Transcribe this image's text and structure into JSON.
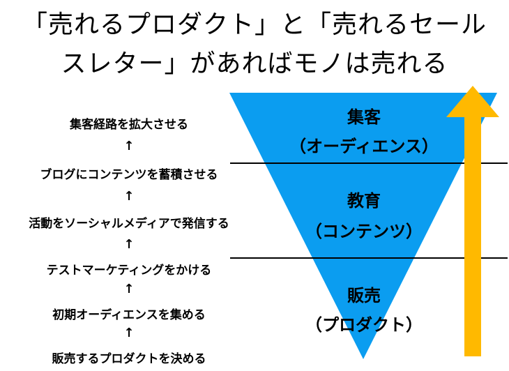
{
  "title": {
    "line1": "「売れるプロダクト」と「売れるセール",
    "line2": "スレター」があればモノは売れる"
  },
  "steps": [
    "集客経路を拡大させる",
    "ブログにコンテンツを蓄積させる",
    "活動をソーシャルメディアで発信する",
    "テストマーケティングをかける",
    "初期オーディエンスを集める",
    "販売するプロダクトを決める"
  ],
  "arrow_glyph": "↑",
  "funnel": {
    "levels": [
      {
        "name": "集客",
        "sub": "（オーディエンス）"
      },
      {
        "name": "教育",
        "sub": "（コンテンツ）"
      },
      {
        "name": "販売",
        "sub": "（プロダクト）"
      }
    ]
  },
  "colors": {
    "funnel": "#0b9df0",
    "arrow": "#ffb900",
    "divider": "#000000"
  }
}
